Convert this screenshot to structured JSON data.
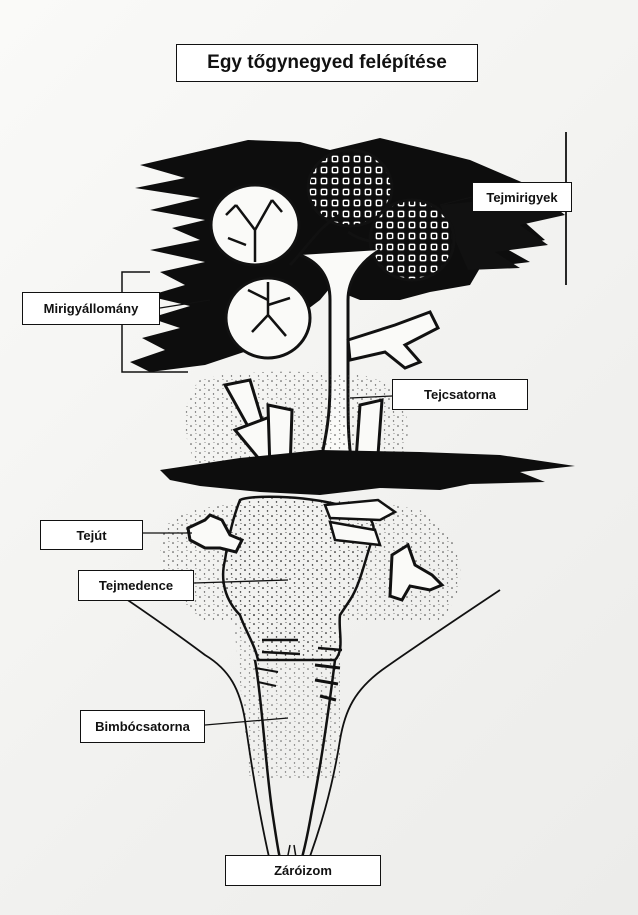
{
  "title": "Egy tőgynegyed felépítése",
  "labels": {
    "tejmirigyek": "Tejmirigyek",
    "mirigyallomany": "Mirigyállomány",
    "tejcsatorna": "Tejcsatorna",
    "tejut": "Tejút",
    "tejmedence": "Tejmedence",
    "bimbocsatorna": "Bimbócsatorna",
    "zaroizom": "Záróizom"
  },
  "colors": {
    "ink": "#111111",
    "paper": "#f7f7f5",
    "label_bg": "#ffffff"
  }
}
